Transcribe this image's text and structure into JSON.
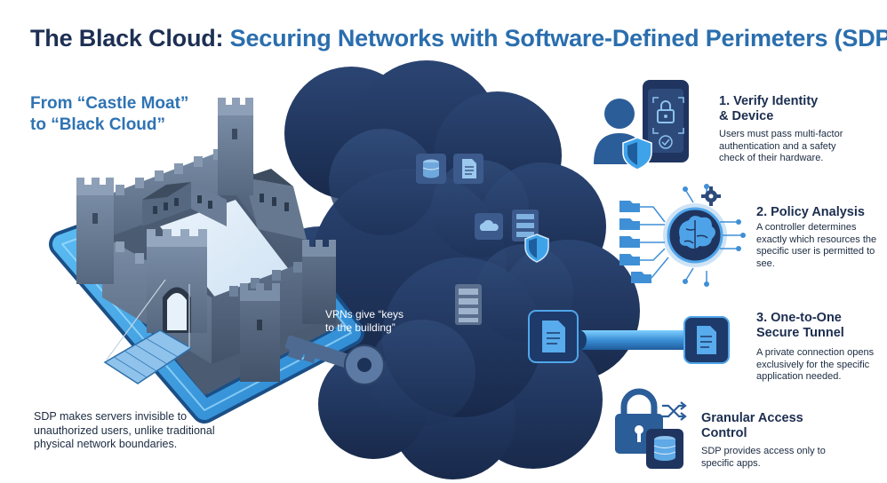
{
  "header": {
    "title_part1": "The Black Cloud:",
    "title_part2": "Securing Networks with Software-Defined Perimeters (SDP)"
  },
  "intro": {
    "line1": "From “Castle Moat”",
    "line2": "to “Black Cloud”"
  },
  "castle": {
    "vpn_line1": "VPNs give “keys",
    "vpn_line2": "to the building”",
    "sdp_note": "SDP makes servers invisible to unauthorized users, unlike traditional physical network boundaries."
  },
  "steps": [
    {
      "title_line1": "1. Verify Identity",
      "title_line2": "& Device",
      "text": "Users must pass multi-factor authentication and a safety check of their hardware.",
      "icon": "user-shield-phone-icon"
    },
    {
      "title_line1": "2. Policy Analysis",
      "title_line2": "",
      "text": "A controller determines exactly which resources the specific user is permitted to see.",
      "icon": "brain-controller-icon"
    },
    {
      "title_line1": "3. One-to-One",
      "title_line2": "Secure Tunnel",
      "text": "A private connection opens exclusively for the specific application needed.",
      "icon": "tunnel-document-icon"
    },
    {
      "title_line1": "Granular Access",
      "title_line2": "Control",
      "text": "SDP provides access only to specific apps.",
      "icon": "lock-database-icon"
    }
  ],
  "colors": {
    "navy": "#1d2f53",
    "accent_blue": "#2f73b3",
    "cloud": "#1f3560",
    "moat": "#3e9fe0",
    "stone": "#6a7e98"
  }
}
